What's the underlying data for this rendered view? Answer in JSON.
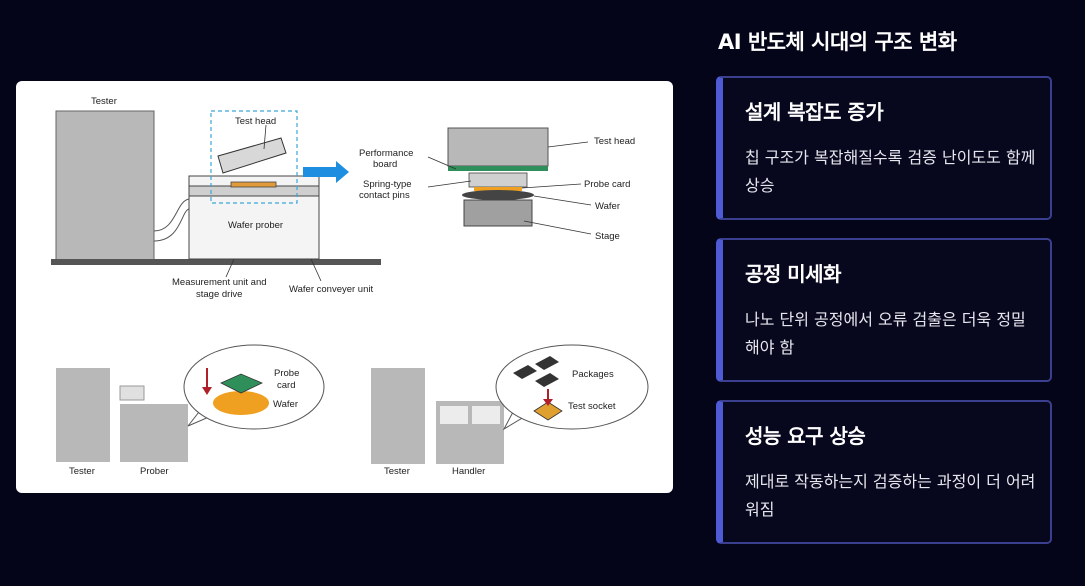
{
  "panel": {
    "title": "AI 반도체 시대의 구조 변화",
    "cards": [
      {
        "title": "설계 복잡도 증가",
        "desc": "칩 구조가 복잡해질수록 검증 난이도도 함께 상승"
      },
      {
        "title": "공정 미세화",
        "desc": "나노 단위 공정에서 오류 검출은 더욱 정밀해야 함"
      },
      {
        "title": "성능 요구 상승",
        "desc": "제대로 작동하는지 검증하는 과정이 더 어려워짐"
      }
    ]
  },
  "figure": {
    "top": {
      "tester": "Tester",
      "test_head": "Test head",
      "wafer_prober": "Wafer prober",
      "measurement_unit": [
        "Measurement unit and",
        "stage drive"
      ],
      "wafer_conveyer": "Wafer conveyer unit",
      "performance_board": [
        "Performance",
        "board"
      ],
      "spring_pins": [
        "Spring-type",
        "contact pins"
      ],
      "test_head_right": "Test head",
      "probe_card": "Probe card",
      "wafer": "Wafer",
      "stage": "Stage"
    },
    "bottom_left": {
      "probe_card": [
        "Probe",
        "card"
      ],
      "wafer": "Wafer",
      "tester": "Tester",
      "prober": "Prober"
    },
    "bottom_right": {
      "packages": "Packages",
      "test_socket": "Test socket",
      "tester": "Tester",
      "handler": "Handler"
    },
    "colors": {
      "machine_gray": "#b8b8b8",
      "arrow_blue": "#1e8fe0",
      "wafer_orange": "#f0a020",
      "probe_green": "#2f8f5a",
      "arrow_red": "#b0202a"
    }
  }
}
